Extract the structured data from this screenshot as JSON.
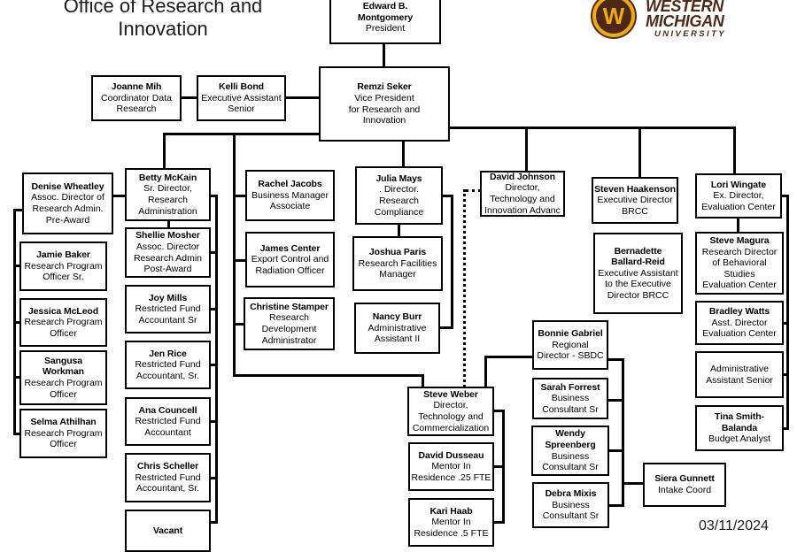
{
  "title": "Office of Research and\nInnovation",
  "date": "03/11/2024",
  "logo": {
    "monogram": "W",
    "word1": "WESTERN",
    "word2": "MICHIGAN",
    "word3": "UNIVERSITY"
  },
  "colors": {
    "wmu_brown": "#4d2a17",
    "wmu_gold": "#efac0f",
    "line": "#000000",
    "background": "#ffffff"
  },
  "org": {
    "boxes": [
      {
        "key": "edward",
        "name": "Edward B.\nMontgomery",
        "title": "President"
      },
      {
        "key": "joanne",
        "name": "Joanne Mih",
        "title": "Coordinator Data\nResearch"
      },
      {
        "key": "kelli",
        "name": "Kelli Bond",
        "title": "Executive Assistant\nSenior"
      },
      {
        "key": "remzi",
        "name": "Remzi Seker",
        "title": "Vice President\nfor Research and\nInnovation"
      },
      {
        "key": "denise",
        "name": "Denise Wheatley",
        "title": "Assoc. Director of\nResearch Admin.\nPre-Award"
      },
      {
        "key": "jamie",
        "name": "Jamie Baker",
        "title": "Research Program\nOfficer Sr."
      },
      {
        "key": "jessica",
        "name": "Jessica McLeod",
        "title": "Research Program\nOfficer"
      },
      {
        "key": "sangusa",
        "name": "Sangusa\nWorkman",
        "title": "Research Program\nOfficer"
      },
      {
        "key": "selma",
        "name": "Selma Athilhan",
        "title": "Research Program\nOfficer"
      },
      {
        "key": "betty",
        "name": "Betty McKain",
        "title": "Sr. Director,\nResearch\nAdministration"
      },
      {
        "key": "shellie",
        "name": "Shellie Mosher",
        "title": "Assoc. Director\nResearch Admin\nPost-Award"
      },
      {
        "key": "joy",
        "name": "Joy Mills",
        "title": "Restricted Fund\nAccountant Sr"
      },
      {
        "key": "jen",
        "name": "Jen Rice",
        "title": "Restricted Fund\nAccountant, Sr."
      },
      {
        "key": "ana",
        "name": "Ana Councell",
        "title": "Restricted Fund\nAccountant"
      },
      {
        "key": "chris",
        "name": "Chris Scheller",
        "title": "Restricted Fund\nAccountant, Sr."
      },
      {
        "key": "vacant",
        "name": "Vacant",
        "title": ""
      },
      {
        "key": "rachel",
        "name": "Rachel Jacobs",
        "title": "Business Manager\nAssociate"
      },
      {
        "key": "james",
        "name": "James Center",
        "title": "Export Control and\nRadiation Officer"
      },
      {
        "key": "christine",
        "name": "Christine Stamper",
        "title": "Research\nDevelopment\nAdministrator"
      },
      {
        "key": "julia",
        "name": "Julia Mays",
        "title": ". Director.\nResearch\nCompliance"
      },
      {
        "key": "joshua",
        "name": "Joshua Paris",
        "title": "Research Facilities\nManager"
      },
      {
        "key": "nancy",
        "name": "Nancy Burr",
        "title": "Administrative\nAssistant II"
      },
      {
        "key": "davidj",
        "name": "David Johnson",
        "title": "Director,\nTechnology and\nInnovation Advanc"
      },
      {
        "key": "stevenh",
        "name": "Steven Haakenson",
        "title": "Executive Director\nBRCC"
      },
      {
        "key": "bernadette",
        "name": "Bernadette\nBallard-Reid",
        "title": "Executive Assistant\nto the Executive\nDirector BRCC"
      },
      {
        "key": "lori",
        "name": "Lori Wingate",
        "title": "Ex. Director,\nEvaluation Center"
      },
      {
        "key": "magura",
        "name": "Steve Magura",
        "title": "Research Director\nof Behavioral\nStudies\nEvaluation Center"
      },
      {
        "key": "bradley",
        "name": "Bradley Watts",
        "title": "Asst. Director\nEvaluation Center"
      },
      {
        "key": "adminasst",
        "name": "",
        "title": "Administrative\nAssistant Senior"
      },
      {
        "key": "tina",
        "name": "Tina Smith-\nBalanda",
        "title": "Budget Analyst"
      },
      {
        "key": "steveweber",
        "name": "Steve Weber",
        "title": "Director,\nTechnology and\nCommercialization"
      },
      {
        "key": "dusseau",
        "name": "David Dusseau",
        "title": "Mentor In\nResidence .25 FTE"
      },
      {
        "key": "kari",
        "name": "Kari Haab",
        "title": "Mentor In\nResidence .5 FTE"
      },
      {
        "key": "bonnie",
        "name": "Bonnie Gabriel",
        "title": "Regional\nDirector - SBDC"
      },
      {
        "key": "sarah",
        "name": "Sarah Forrest",
        "title": "Business\nConsultant Sr"
      },
      {
        "key": "wendy",
        "name": "Wendy\nSpreenberg",
        "title": "Business\nConsultant Sr"
      },
      {
        "key": "debra",
        "name": "Debra Mixis",
        "title": "Business\nConsultant Sr"
      },
      {
        "key": "siera",
        "name": "Siera Gunnett",
        "title": "Intake Coord"
      }
    ]
  }
}
